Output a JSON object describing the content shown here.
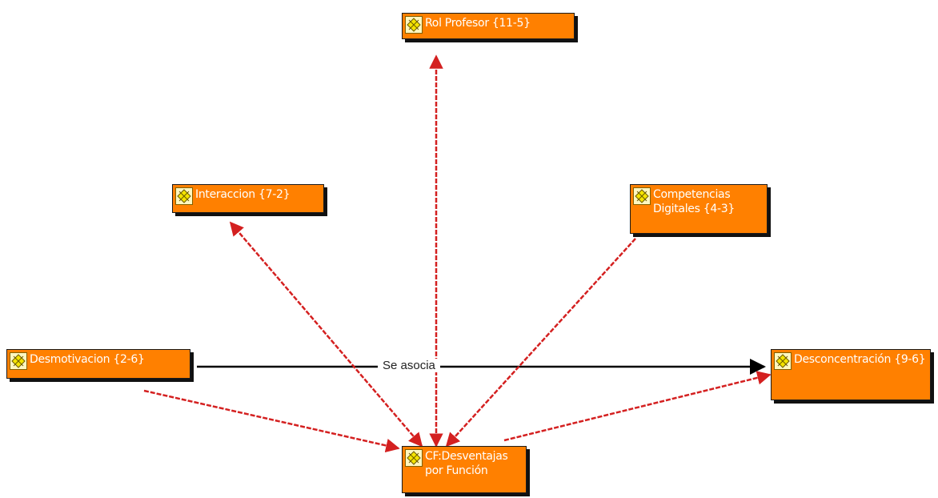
{
  "nodes": {
    "rol_profesor": {
      "label": "Rol Profesor {11-5}"
    },
    "interaccion": {
      "label": "Interaccion {7-2}"
    },
    "competencias": {
      "label": "Competencias Digitales {4-3}"
    },
    "desmotivacion": {
      "label": "Desmotivacion {2-6}"
    },
    "desconcentracion": {
      "label": "Desconcentración {9-6}"
    },
    "cf_desventajas": {
      "label": "CF:Desventajas por Función"
    }
  },
  "relation": {
    "label": "Se asocia"
  },
  "colors": {
    "node_fill": "#ff8000",
    "association_edge": "#d42020",
    "directed_edge": "#000000"
  },
  "icon": "code-diamond-icon"
}
